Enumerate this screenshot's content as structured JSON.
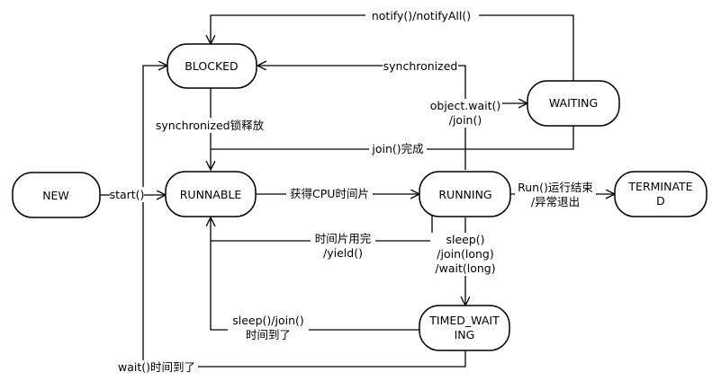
{
  "nodes": {
    "new": {
      "lines": [
        "NEW"
      ]
    },
    "blocked": {
      "lines": [
        "BLOCKED"
      ]
    },
    "runnable": {
      "lines": [
        "RUNNABLE"
      ]
    },
    "running": {
      "lines": [
        "RUNNING"
      ]
    },
    "waiting": {
      "lines": [
        "WAITING"
      ]
    },
    "terminated": {
      "lines": [
        "TERMINATE",
        "D"
      ]
    },
    "timed_waiting": {
      "lines": [
        "TIMED_WAIT",
        "ING"
      ]
    }
  },
  "edges": {
    "start": {
      "lines": [
        "start()"
      ]
    },
    "notify": {
      "lines": [
        "notify()/notifyAll()"
      ]
    },
    "synchronized": {
      "lines": [
        "synchronized"
      ]
    },
    "sync_release": {
      "lines": [
        "synchronized锁释放"
      ]
    },
    "object_wait": {
      "lines": [
        "object.wait()",
        "/join()"
      ]
    },
    "join_done": {
      "lines": [
        "join()完成"
      ]
    },
    "get_cpu": {
      "lines": [
        "获得CPU时间片"
      ]
    },
    "run_end": {
      "lines": [
        "Run()运行结束",
        "/异常退出"
      ]
    },
    "timeslice_used": {
      "lines": [
        "时间片用完",
        "/yield()"
      ]
    },
    "sleep_join_wait": {
      "lines": [
        "sleep()",
        "/join(long)",
        "/wait(long)"
      ]
    },
    "sleep_join_timeout": {
      "lines": [
        "sleep()/join()",
        "时间到了"
      ]
    },
    "wait_timeout": {
      "lines": [
        "wait()时间到了"
      ]
    }
  }
}
